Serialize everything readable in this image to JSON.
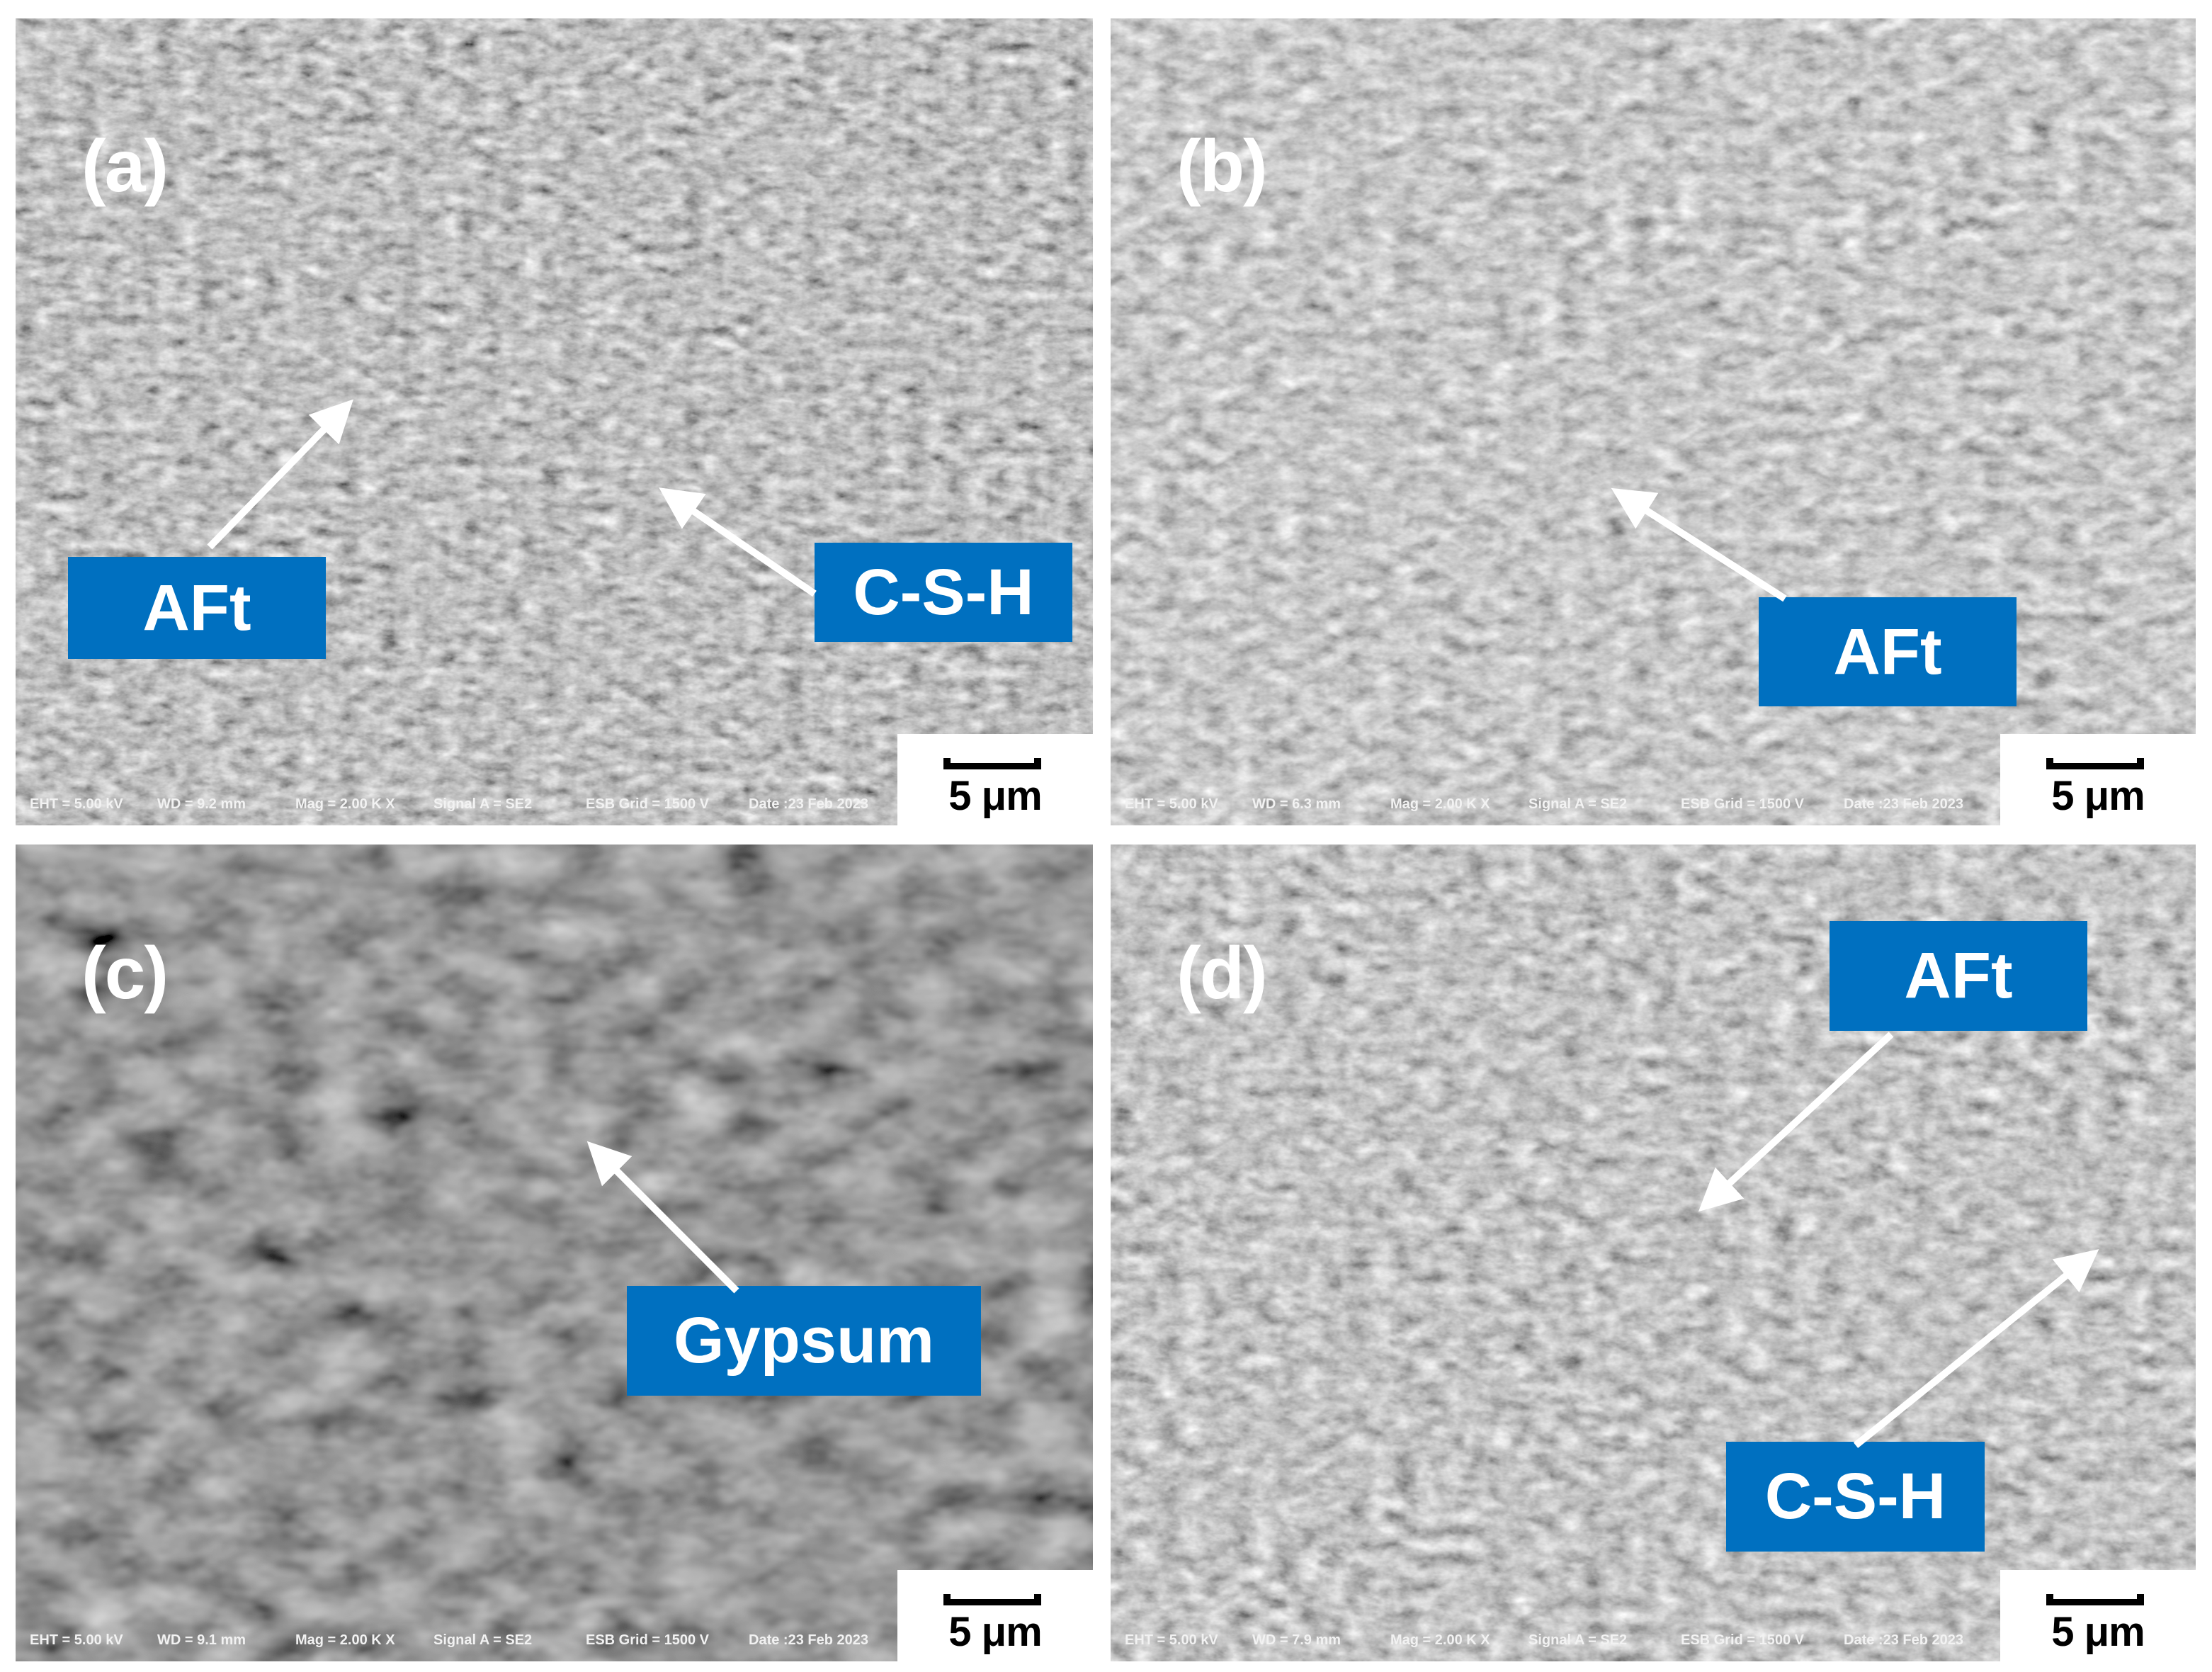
{
  "figure": {
    "label_color": "#0070C0",
    "panels": [
      {
        "id": "a",
        "label": "(a)",
        "callouts": [
          {
            "text": "AFt"
          },
          {
            "text": "C-S-H"
          }
        ],
        "info": {
          "eht": "EHT = 5.00 kV",
          "wd": "WD = 9.2 mm",
          "mag": "Mag = 2.00 K X",
          "signal": "Signal A = SE2",
          "esb": "ESB Grid = 1500 V",
          "date": "Date :23 Feb 2023"
        },
        "scale": "5 μm"
      },
      {
        "id": "b",
        "label": "(b)",
        "callouts": [
          {
            "text": "AFt"
          }
        ],
        "info": {
          "eht": "EHT = 5.00 kV",
          "wd": "WD = 6.3 mm",
          "mag": "Mag = 2.00 K X",
          "signal": "Signal A = SE2",
          "esb": "ESB Grid = 1500 V",
          "date": "Date :23 Feb 2023"
        },
        "scale": "5 μm"
      },
      {
        "id": "c",
        "label": "(c)",
        "callouts": [
          {
            "text": "Gypsum"
          }
        ],
        "info": {
          "eht": "EHT = 5.00 kV",
          "wd": "WD = 9.1 mm",
          "mag": "Mag = 2.00 K X",
          "signal": "Signal A = SE2",
          "esb": "ESB Grid = 1500 V",
          "date": "Date :23 Feb 2023"
        },
        "scale": "5 μm"
      },
      {
        "id": "d",
        "label": "(d)",
        "callouts": [
          {
            "text": "AFt"
          },
          {
            "text": "C-S-H"
          }
        ],
        "info": {
          "eht": "EHT = 5.00 kV",
          "wd": "WD = 7.9 mm",
          "mag": "Mag = 2.00 K X",
          "signal": "Signal A = SE2",
          "esb": "ESB Grid = 1500 V",
          "date": "Date :23 Feb 2023"
        },
        "scale": "5 μm"
      }
    ]
  }
}
